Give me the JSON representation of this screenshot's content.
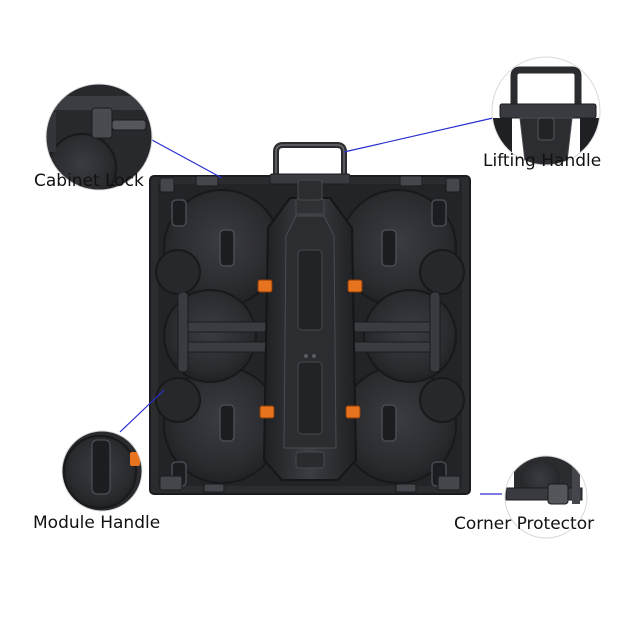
{
  "product": "LED display cabinet rear view",
  "callouts": {
    "cabinet_lock": "Cabinet Lock",
    "lifting_handle": "Lifting Handle",
    "module_handle": "Module Handle",
    "corner_protector": "Corner Protector"
  },
  "colors": {
    "cabinet_body": "#2b2c30",
    "cabinet_dark": "#1b1c1f",
    "frame": "#3a3b40",
    "accent_orange": "#e8731f",
    "leader_line": "#2a2fd0",
    "label_text": "#111111"
  }
}
